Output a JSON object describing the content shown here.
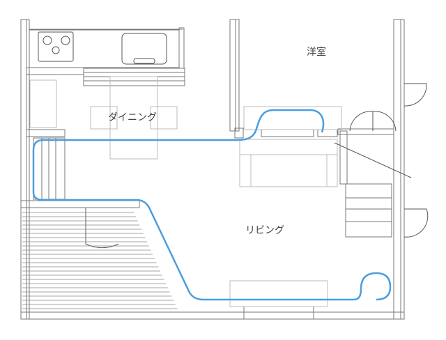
{
  "rooms": {
    "western_room": "洋室",
    "dining": "ダイニング",
    "living": "リビング"
  },
  "colors": {
    "route": "#4a9ee0",
    "walls": "#777777",
    "furniture": "#bbbbbb"
  }
}
